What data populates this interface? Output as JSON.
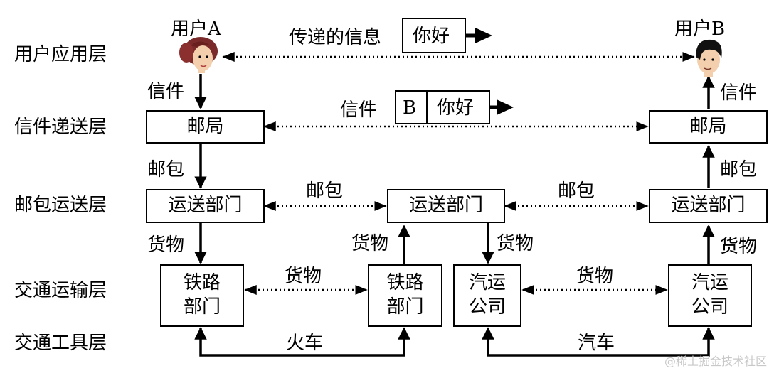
{
  "layers": {
    "user": "用户应用层",
    "letter": "信件递送层",
    "bag": "邮包运送层",
    "transport": "交通运输层",
    "tool": "交通工具层"
  },
  "users": {
    "a": "用户A",
    "b": "用户B"
  },
  "message": {
    "label": "传递的信息",
    "content": "你好"
  },
  "envelope": {
    "label": "信件",
    "address": "B",
    "content": "你好"
  },
  "boxes": {
    "post_left": "邮局",
    "post_right": "邮局",
    "dispatch_left": "运送部门",
    "dispatch_mid": "运送部门",
    "dispatch_right": "运送部门",
    "rail_left": [
      "铁路",
      "部门"
    ],
    "rail_right": [
      "铁路",
      "部门"
    ],
    "bus_left": [
      "汽运",
      "公司"
    ],
    "bus_right": [
      "汽运",
      "公司"
    ]
  },
  "edge_labels": {
    "letter_left": "信件",
    "letter_right": "信件",
    "bag_left": "邮包",
    "bag_right": "邮包",
    "bag_peer_left": "邮包",
    "bag_peer_right": "邮包",
    "goods_left": "货物",
    "goods_mid_up": "货物",
    "goods_mid_down": "货物",
    "goods_right": "货物",
    "goods_peer_left": "货物",
    "goods_peer_right": "货物",
    "train": "火车",
    "car": "汽车"
  },
  "watermark": "@稀土掘金技术社区"
}
